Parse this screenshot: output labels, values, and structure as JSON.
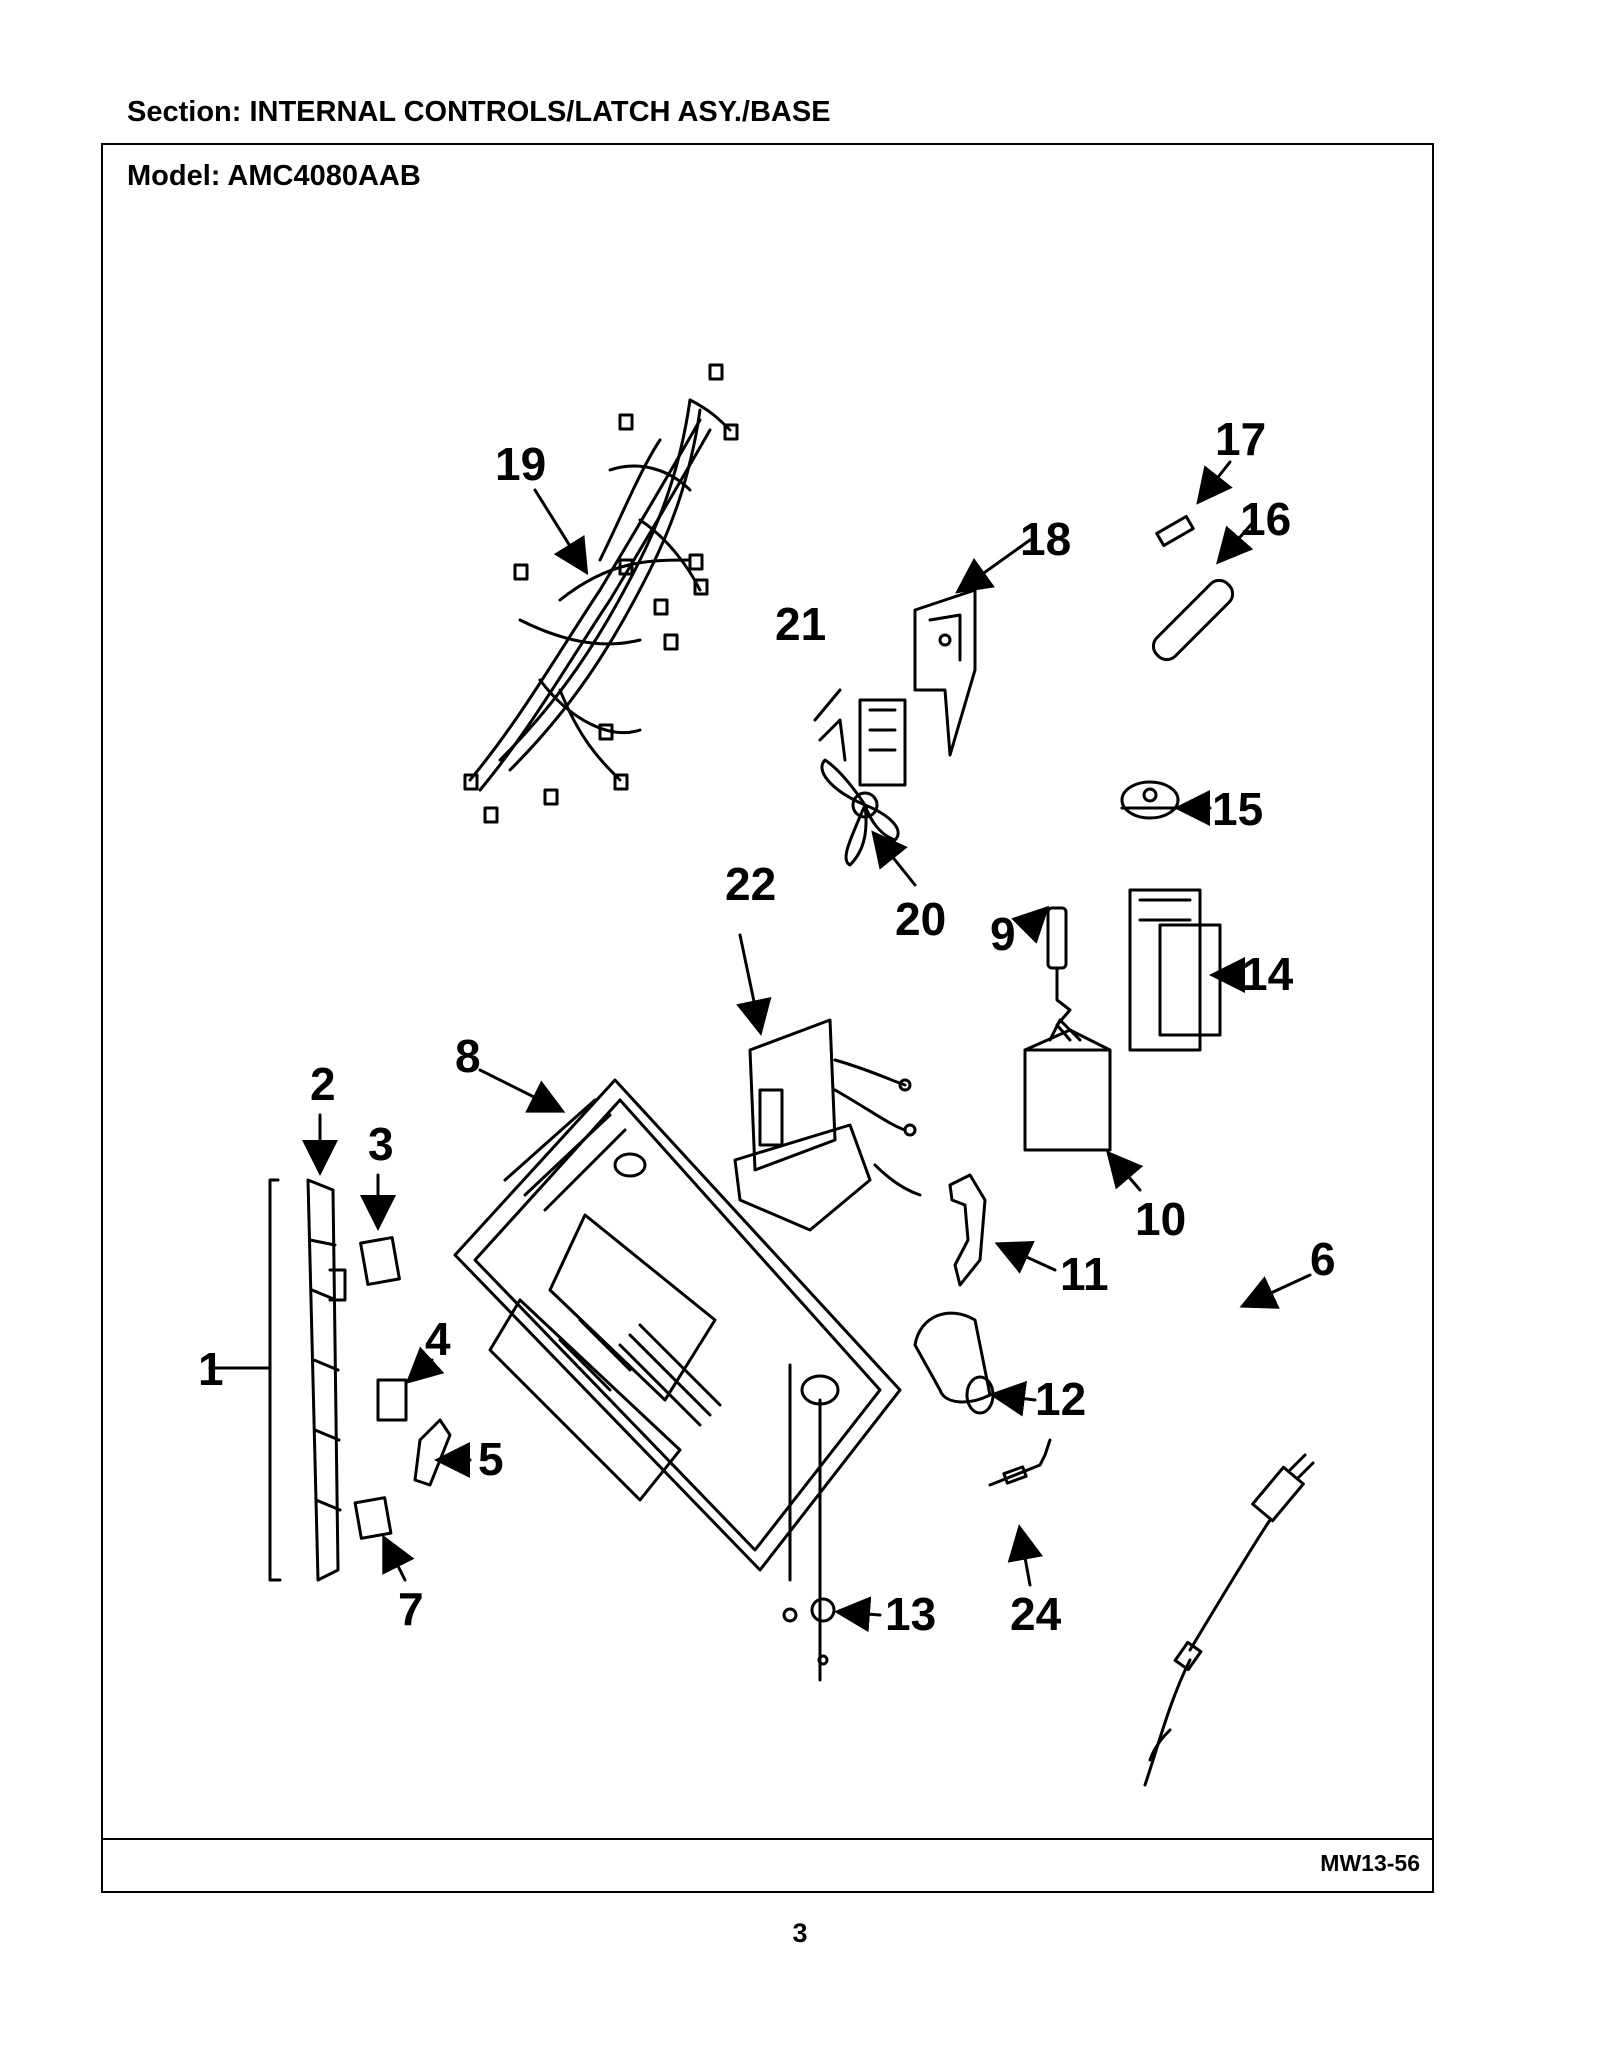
{
  "header": {
    "section": "Section:  INTERNAL CONTROLS/LATCH ASY./BASE"
  },
  "panel": {
    "model": "Model:  AMC4080AAB"
  },
  "footer": {
    "code": "MW13-56",
    "page": "3"
  },
  "callouts": [
    "1",
    "2",
    "3",
    "4",
    "5",
    "6",
    "7",
    "8",
    "9",
    "10",
    "11",
    "12",
    "13",
    "14",
    "15",
    "16",
    "17",
    "18",
    "19",
    "20",
    "21",
    "22",
    "24"
  ]
}
